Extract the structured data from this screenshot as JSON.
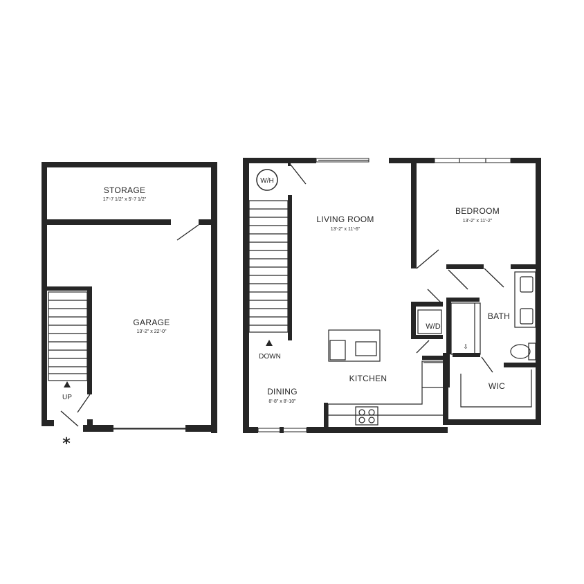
{
  "floors": {
    "lower": {
      "rooms": {
        "storage": {
          "name": "STORAGE",
          "dims": "17'-7 1/2\" x 5'-7 1/2\""
        },
        "garage": {
          "name": "GARAGE",
          "dims": "13'-2\" x 22'-0\""
        }
      },
      "stair_label": "UP",
      "entry_marker": "*"
    },
    "upper": {
      "rooms": {
        "living_room": {
          "name": "LIVING ROOM",
          "dims": "13'-2\" x 11'-6\""
        },
        "bedroom": {
          "name": "BEDROOM",
          "dims": "13'-2\" x 11'-2\""
        },
        "bath": {
          "name": "BATH"
        },
        "kitchen": {
          "name": "KITCHEN"
        },
        "dining": {
          "name": "DINING",
          "dims": "8'-8\" x 8'-10\""
        },
        "wic": {
          "name": "WIC"
        }
      },
      "stair_label": "DOWN",
      "water_heater": "W/H",
      "washer_dryer": "W/D"
    }
  },
  "colors": {
    "wall": "#262626",
    "background": "#ffffff"
  }
}
